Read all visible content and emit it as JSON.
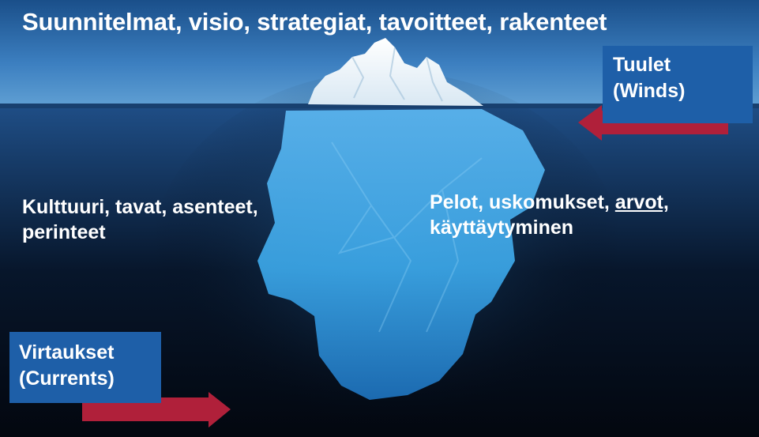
{
  "colors": {
    "sky_top": "#1a4f8a",
    "sky_bottom": "#5f9fd3",
    "water_surface": "#1f4e86",
    "deep_water": "#03070f",
    "ice_above": "#f4f8fb",
    "ice_below": "#3aa3e3",
    "box": "#1e5fa8",
    "arrow": "#b0203a",
    "text": "#ffffff"
  },
  "icons": [
    "iceberg-illustration",
    "wind-arrow-left",
    "current-arrow-right"
  ],
  "heading": "Suunnitelmat, visio, strategiat, tavoitteet, rakenteet",
  "winds": {
    "line1": "Tuulet",
    "line2": "(Winds)"
  },
  "currents": {
    "line1": "Virtaukset",
    "line2": "(Currents)"
  },
  "culture": {
    "line1": "Kulttuuri, tavat, asenteet,",
    "line2": "perinteet"
  },
  "fears": {
    "line1_a": "Pelot, uskomukset, ",
    "line1_b": "arvot,",
    "line2": "käyttäytyminen"
  }
}
